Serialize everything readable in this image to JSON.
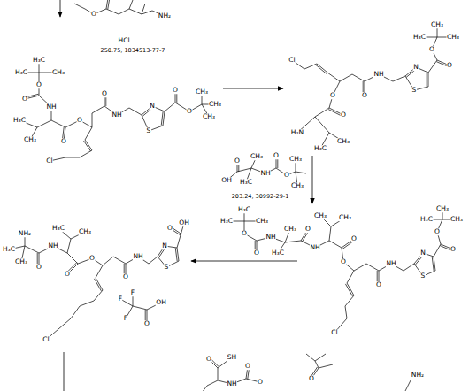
{
  "diagram": {
    "nodes": [
      {
        "text": [
          "O",
          "NH₂",
          "HCl",
          "250.75, 1834513-77-7"
        ]
      },
      {
        "text": [
          "H₃C",
          "H₃C",
          "CH₃",
          "O",
          "O",
          "NH",
          "H₃C",
          "CH₃",
          "O",
          "O",
          "O",
          "NH",
          "N",
          "S",
          "O",
          "O",
          "CH₃",
          "CH₃",
          "CH₃",
          "Cl"
        ]
      },
      {
        "text": [
          "Cl",
          "O",
          "O",
          "NH",
          "N",
          "S",
          "O",
          "O",
          "CH₃",
          "H₃C",
          "CH₃",
          "O",
          "H₂N",
          "CH₃",
          "H₃C"
        ]
      },
      {
        "text": [
          "O",
          "OH",
          "CH₃",
          "H₃C",
          "NH",
          "O",
          "O",
          "CH₃",
          "CH₃",
          "203.24, 30992-29-1"
        ]
      },
      {
        "text": [
          "H₃C",
          "H₃C",
          "CH₃",
          "O",
          "O",
          "NH",
          "CH₃",
          "H₃C",
          "O",
          "NH",
          "CH₃",
          "CH₃",
          "O",
          "O",
          "O",
          "NH",
          "N",
          "S",
          "O",
          "O",
          "CH₃",
          "H₃C",
          "CH₃",
          "Cl"
        ]
      },
      {
        "text": [
          "NH₂",
          "H₃C",
          "CH₃",
          "O",
          "NH",
          "H₃C",
          "CH₃",
          "O",
          "O",
          "O",
          "NH",
          "N",
          "S",
          "O",
          "OH",
          "F",
          "F",
          "F",
          "O",
          "OH",
          "Cl"
        ]
      },
      {
        "text": [
          "O",
          "SH",
          "NH",
          "O",
          "O"
        ]
      },
      {
        "text": [
          "O",
          "NH₂"
        ]
      }
    ],
    "edges": [
      {
        "from": 1,
        "to": 2,
        "arrow": "to"
      },
      {
        "from": 2,
        "to": 4,
        "arrow": "to"
      },
      {
        "from": 4,
        "to": 5,
        "arrow": "to"
      }
    ]
  }
}
